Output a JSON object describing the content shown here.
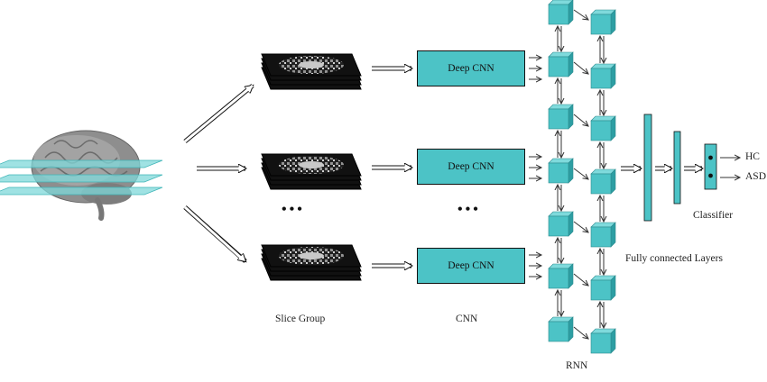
{
  "cnn_boxes": [
    {
      "label": "Deep CNN"
    },
    {
      "label": "Deep CNN"
    },
    {
      "label": "Deep CNN"
    }
  ],
  "labels": {
    "slice_group": "Slice Group",
    "cnn": "CNN",
    "rnn": "RNN",
    "fully_connected": "Fully connected Layers",
    "classifier": "Classifier"
  },
  "outputs": [
    "HC",
    "ASD"
  ],
  "ellipsis": "•••",
  "colors": {
    "teal": "#4cc3c6",
    "teal_dark": "#2d9ea3",
    "teal_top": "#7fdadc",
    "brain": "#8c8c8c",
    "outline": "#111111"
  }
}
